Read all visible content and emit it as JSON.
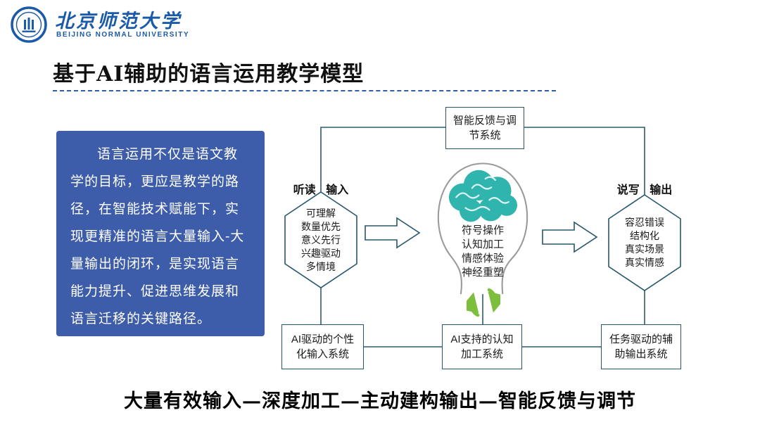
{
  "header": {
    "university_zh": "北京师范大学",
    "university_en": "BEIJING NORMAL UNIVERSITY",
    "title": "基于AI辅助的语言运用教学模型"
  },
  "intro": {
    "text": "语言运用不仅是语文教学的目标，更应是教学的路径，在智能技术赋能下，实现更精准的语言大量输入-大量输出的闭环，是实现语言能力提升、促进思维发展和语言迁移的关键路径。"
  },
  "diagram": {
    "top_box": "智能反馈与调节系统",
    "input_label": "听读 输入",
    "input_items": [
      "可理解",
      "数量优先",
      "意义先行",
      "兴趣驱动",
      "多情境"
    ],
    "brain_items": [
      "符号操作",
      "认知加工",
      "情感体验",
      "神经重塑"
    ],
    "output_label": "说写 输出",
    "output_items": [
      "容忍错误",
      "结构化",
      "真实场景",
      "真实情感"
    ],
    "bottom_boxes": [
      "AI驱动的个性化输入系统",
      "AI支持的认知加工系统",
      "任务驱动的辅助输出系统"
    ]
  },
  "footer": {
    "caption": "大量有效输入—深度加工—主动建构输出—智能反馈与调节"
  },
  "icons": {
    "university_seal": "circular blue seal",
    "brain_icon": "teal brain in head silhouette",
    "recycle_icon": "green circular arrows"
  },
  "colors": {
    "brand_blue": "#1a5aa8",
    "intro_box_blue": "#3d5ca9",
    "diagram_stroke": "#26566b",
    "connector": "#2a5d6e",
    "brain_teal": "#30b4ae",
    "recycle_green": "#7dbe3c"
  }
}
